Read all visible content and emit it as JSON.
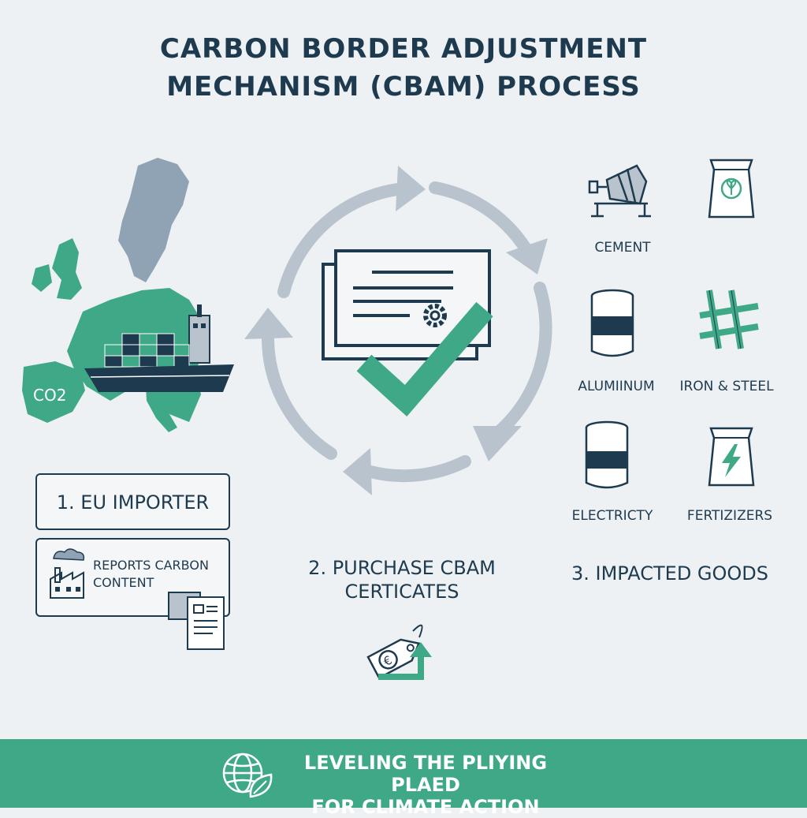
{
  "title": {
    "line1": "CARBON BORDER ADJUSTMENT",
    "line2": "MECHANISM (CBAM) PROCESS"
  },
  "map": {
    "co2_label": "CO2"
  },
  "step1": {
    "label": "1. EU IMPORTER",
    "detail_line1": "REPORTS CARBON",
    "detail_line2": "CONTENT"
  },
  "step2": {
    "line1": "2. PURCHASE CBAM",
    "line2": "CERTICATES"
  },
  "step3": {
    "label": "3. IMPACTED GOODS",
    "goods": [
      "CEMENT",
      "ALUMIINUM",
      "IRON & STEEL",
      "ELECTRICTY",
      "FERTIZIZERS"
    ]
  },
  "footer": {
    "line1": "LEVELING THE PLIYING PLAED",
    "line2": "FOR CLIMATE ACTION"
  },
  "colors": {
    "navy": "#1e3a4f",
    "green": "#3fa987",
    "grey_arrow": "#b9c3cd",
    "background": "#eef1f3"
  }
}
